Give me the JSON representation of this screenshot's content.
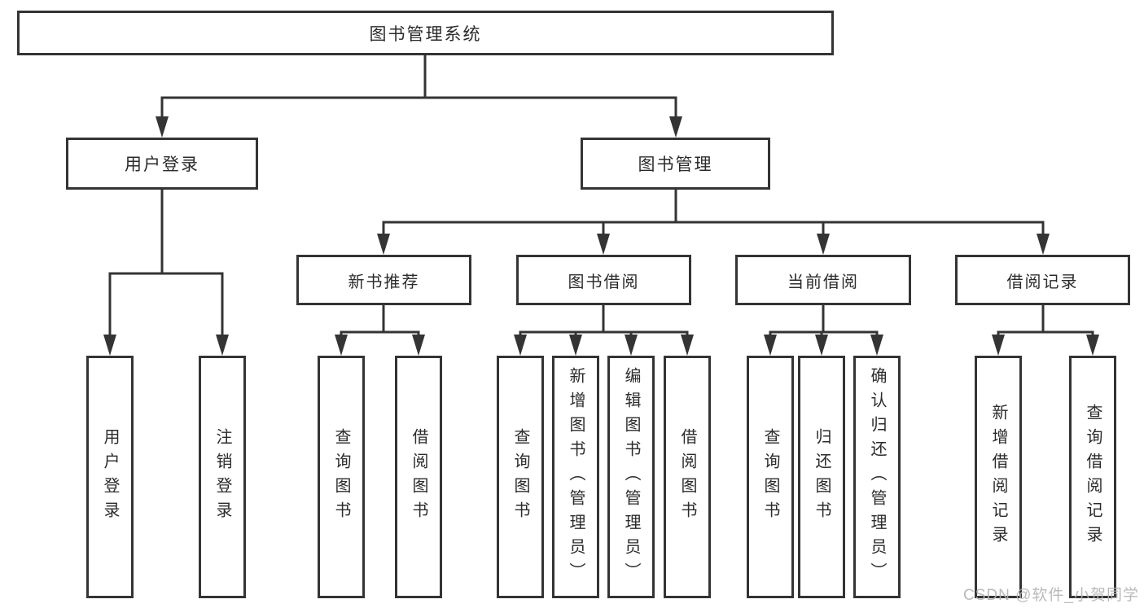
{
  "tree": {
    "root": {
      "label": "图书管理系统"
    },
    "branches": [
      {
        "label": "用户登录",
        "children": [
          {
            "label": "用户登录"
          },
          {
            "label": "注销登录"
          }
        ]
      },
      {
        "label": "图书管理",
        "children": [
          {
            "label": "新书推荐",
            "children": [
              {
                "label": "查询图书"
              },
              {
                "label": "借阅图书"
              }
            ]
          },
          {
            "label": "图书借阅",
            "children": [
              {
                "label": "查询图书"
              },
              {
                "label": "新增图书（管理员）"
              },
              {
                "label": "编辑图书（管理员）"
              },
              {
                "label": "借阅图书"
              }
            ]
          },
          {
            "label": "当前借阅",
            "children": [
              {
                "label": "查询图书"
              },
              {
                "label": "归还图书"
              },
              {
                "label": "确认归还（管理员）"
              }
            ]
          },
          {
            "label": "借阅记录",
            "children": [
              {
                "label": "新增借阅记录"
              },
              {
                "label": "查询借阅记录"
              }
            ]
          }
        ]
      }
    ]
  },
  "watermark": {
    "text": "CSDN @软件_小贺同学"
  },
  "colors": {
    "line": "#343434",
    "box_border": "#343434",
    "box_background": "#ffffff",
    "text": "#2b2b2b",
    "watermark": "#b3b3b3",
    "background": "#ffffff"
  }
}
